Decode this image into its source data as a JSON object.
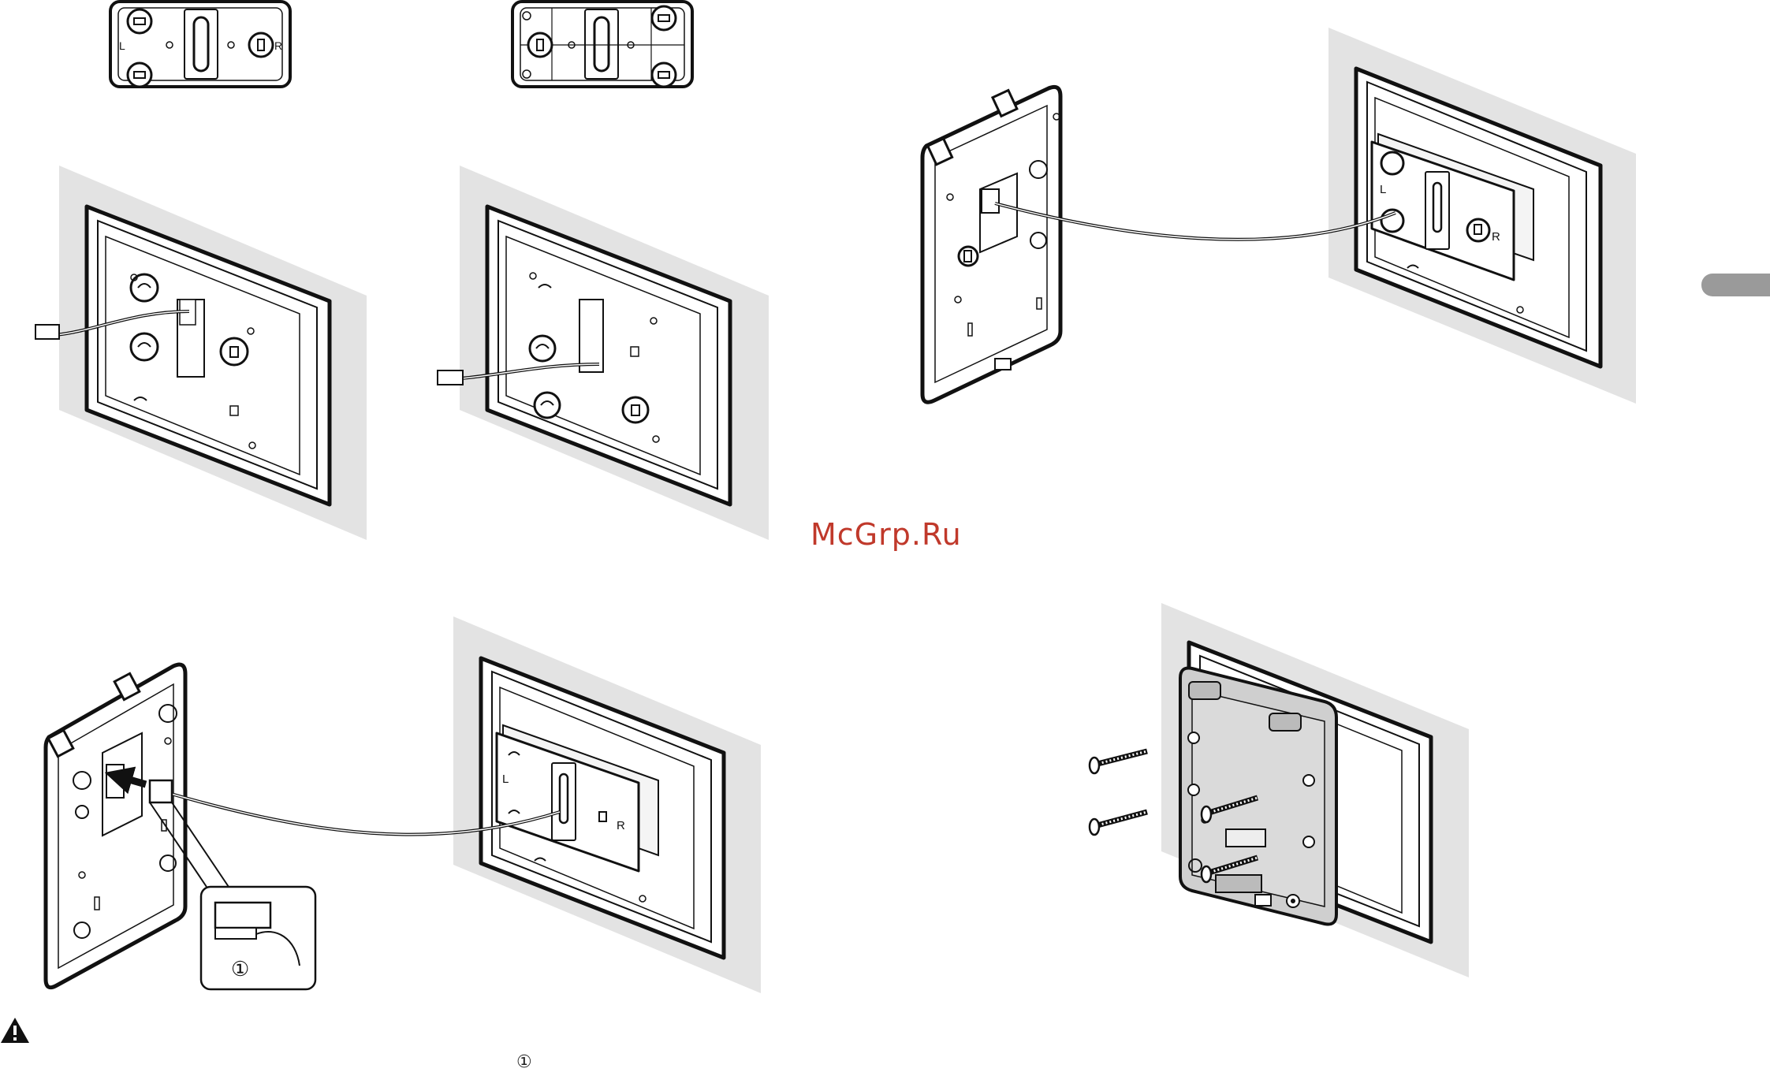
{
  "watermark": {
    "text": "McGrp.Ru"
  },
  "panel_labels": {
    "left": "L",
    "right": "R"
  },
  "callout": {
    "marker": "①"
  },
  "footer": {
    "marker": "①"
  },
  "colors": {
    "wall_shade": "#e3e3e3",
    "line": "#111111",
    "watermark": "#c0392b",
    "tab": "#9a9a9a",
    "bracket_fill": "#cfcfcf"
  },
  "icons": {
    "warning": "warning-triangle-icon"
  }
}
